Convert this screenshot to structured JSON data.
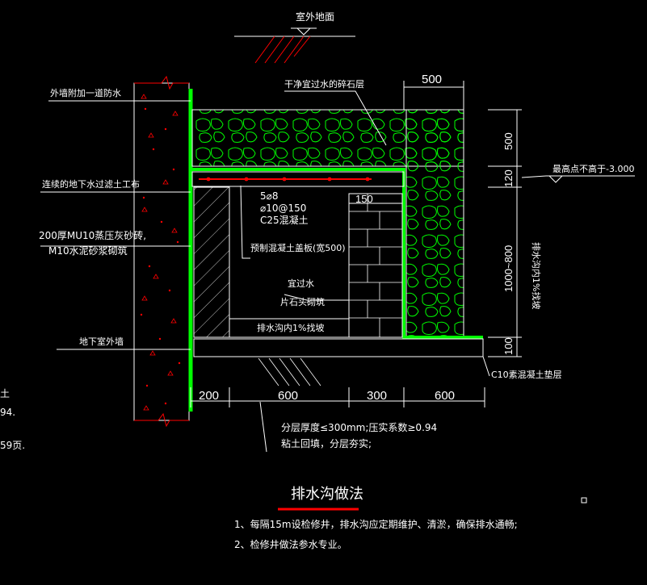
{
  "title": "排水沟做法",
  "notes": [
    "1、每隔15m设检修井，排水沟应定期维护、清淤，确保排水通畅;",
    "2、检修井做法参水专业。"
  ],
  "labels": {
    "ground": "室外地面",
    "waterproof": "外墙附加一道防水",
    "gravel": "干净宜过水的碎石层",
    "geotextile": "连续的地下水过滤土工布",
    "masonry_1": "200厚MU10蒸压灰砂砖,",
    "masonry_2": "M10水泥砂浆砌筑",
    "rebar_1": "5⌀8",
    "rebar_2": "⌀10@150",
    "rebar_3": "C25混凝土",
    "slab": "预制混凝土盖板(宽500)",
    "stone_1": "宜过水",
    "stone_2": "片石头砌筑",
    "slope_inner": "排水沟内1%找坡",
    "wall": "地下室外墙",
    "cushion": "C10素混凝土垫层",
    "highest": "最高点不高于-3.000",
    "slope_vertical": "排水沟内1%找坡",
    "compact_1": "分层厚度≤300mm;压实系数≥0.94",
    "compact_2": "粘土回填，分层夯实;",
    "cut_1": "土",
    "cut_2": "94.",
    "cut_3": "59页."
  },
  "dimensions": {
    "top": "500",
    "inner": "150",
    "right": [
      "500",
      "120",
      "1000~800",
      "100"
    ],
    "bottom": [
      "200",
      "600",
      "300",
      "600"
    ]
  },
  "colors": {
    "wall_green": "#00ff00",
    "leader_red": "#ff0000",
    "hatch_white": "#ffffff",
    "title_underline": "#ff0000"
  }
}
